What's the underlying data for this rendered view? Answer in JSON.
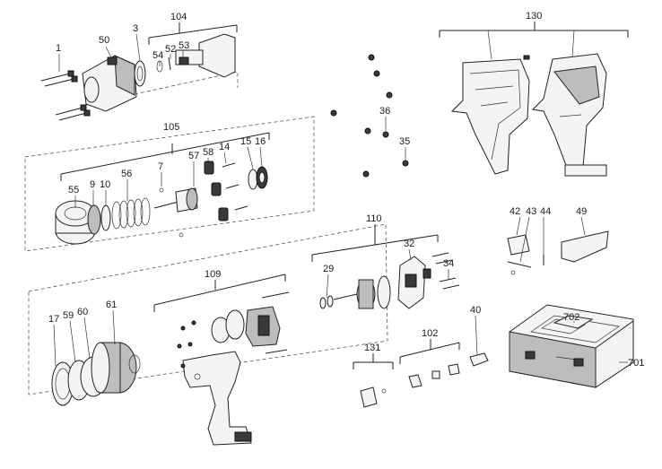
{
  "labels": {
    "p1": "1",
    "p50": "50",
    "p3": "3",
    "p104": "104",
    "p54": "54",
    "p52": "52",
    "p53": "53",
    "p105": "105",
    "p7": "7",
    "p57": "57",
    "p58": "58",
    "p14": "14",
    "p15": "15",
    "p16": "16",
    "p9": "9",
    "p10": "10",
    "p56": "56",
    "p55": "55",
    "p36": "36",
    "p35": "35",
    "p130": "130",
    "p42": "42",
    "p43": "43",
    "p44": "44",
    "p49": "49",
    "p110": "110",
    "p32": "32",
    "p34": "34",
    "p29": "29",
    "p109": "109",
    "p17": "17",
    "p59": "59",
    "p60": "60",
    "p61": "61",
    "p40": "40",
    "p102": "102",
    "p131": "131",
    "p702": "702",
    "p701": "701"
  }
}
